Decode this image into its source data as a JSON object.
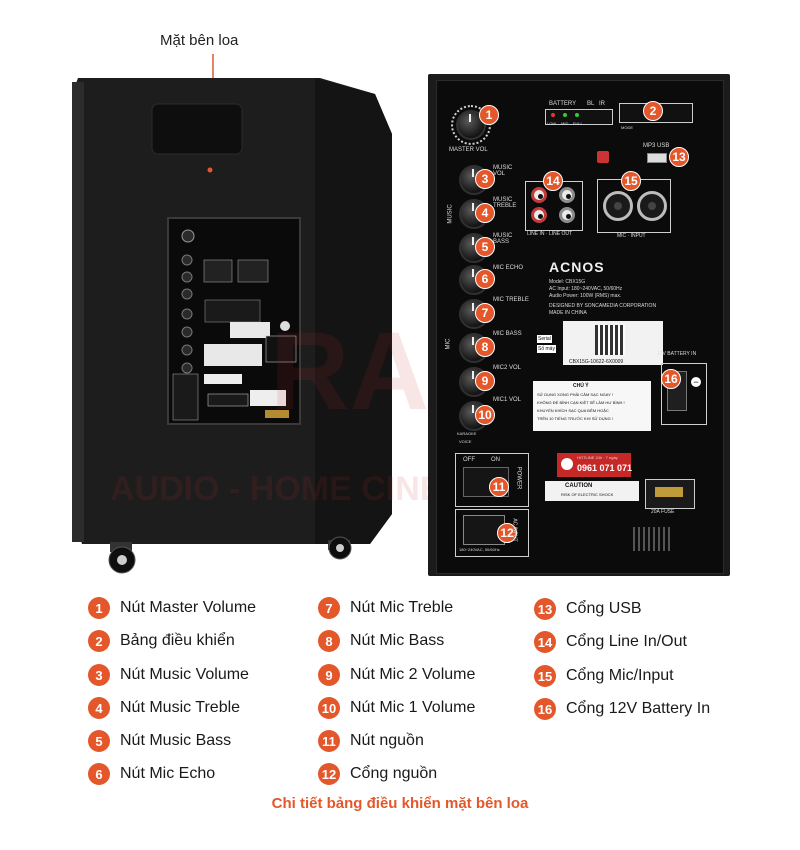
{
  "title": "Mặt bên loa",
  "caption": "Chi tiết bảng điều khiển mặt bên loa",
  "accent_color": "#e4572b",
  "watermark": {
    "big": "RADIO",
    "line": "AUDIO - HOME CINEMA - KARAOKE"
  },
  "panel": {
    "brand": "ACNOS",
    "master_vol": "MASTER VOL",
    "battery": "BATTERY",
    "bl": "BL",
    "ir": "IR",
    "low": "LOW",
    "mid": "MID",
    "full": "FULL",
    "mode": "MODE",
    "mp3_usb": "MP3 USB",
    "music_vol": "MUSIC VOL",
    "music_treble": "MUSIC TREBLE",
    "music_bass": "MUSIC BASS",
    "mic_echo": "MIC ECHO",
    "mic_treble": "MIC TREBLE",
    "mic_bass": "MIC BASS",
    "mic2_vol": "MIC2 VOL",
    "mic1_vol": "MIC1 VOL",
    "line_in_out": "LINE IN · LINE OUT",
    "mic_input": "MIC · INPUT",
    "model": "Model: CBX15G",
    "ac_input": "AC Input: 180~240VAC, 50/60Hz",
    "audio_power": "Audio Power: 100W (RMS) max.",
    "designed_by": "DESIGNED BY SONCAMEDIA CORPORATION",
    "made_in": "MADE IN CHINA",
    "serial_label": "Serial",
    "serial_label2": "Số máy",
    "serial": "CBX15G-10622-6X0009",
    "battery_in": "12V BATTERY IN",
    "chu_y": "CHÚ Ý",
    "warning_lines": [
      "SỬ DỤNG XONG PHẢI CẮM SẠC NGAY !",
      "KHÔNG ĐỂ BÌNH CẠN KIỆT SẼ LÀM HƯ BÌNH !",
      "KHUYẾN KHÍCH SẠC QUA ĐÊM HOẶC",
      "TRÊN 10 TIẾNG TRƯỚC KHI SỬ DỤNG !"
    ],
    "off": "OFF",
    "on": "ON",
    "power": "POWER",
    "ac_input_label": "AC INPUT",
    "power_rating": "180~240VAC, 50/60Hz",
    "hotline_label": "HOTLINE 24h · 7 ngày",
    "hotline": "0961 071 071",
    "caution": "CAUTION",
    "caution_sub": "RISK OF ELECTRIC SHOCK",
    "fuse": "20A FUSE",
    "music_side": "MUSIC",
    "mic_side": "MIC",
    "karaoke": "KARAOKE",
    "voice": "VOICE"
  },
  "legend": [
    {
      "num": "1",
      "text": "Nút Master Volume"
    },
    {
      "num": "2",
      "text": "Bảng điều khiển"
    },
    {
      "num": "3",
      "text": "Nút Music Volume"
    },
    {
      "num": "4",
      "text": "Nút Music Treble"
    },
    {
      "num": "5",
      "text": "Nút Music Bass"
    },
    {
      "num": "6",
      "text": "Nút Mic Echo"
    },
    {
      "num": "7",
      "text": "Nút Mic Treble"
    },
    {
      "num": "8",
      "text": "Nút Mic Bass"
    },
    {
      "num": "9",
      "text": "Nút Mic 2 Volume"
    },
    {
      "num": "10",
      "text": "Nút Mic 1 Volume"
    },
    {
      "num": "11",
      "text": "Nút nguồn"
    },
    {
      "num": "12",
      "text": "Cổng nguồn"
    },
    {
      "num": "13",
      "text": "Cổng USB"
    },
    {
      "num": "14",
      "text": "Cổng Line In/Out"
    },
    {
      "num": "15",
      "text": "Cổng Mic/Input"
    },
    {
      "num": "16",
      "text": "Cổng 12V Battery In"
    }
  ]
}
